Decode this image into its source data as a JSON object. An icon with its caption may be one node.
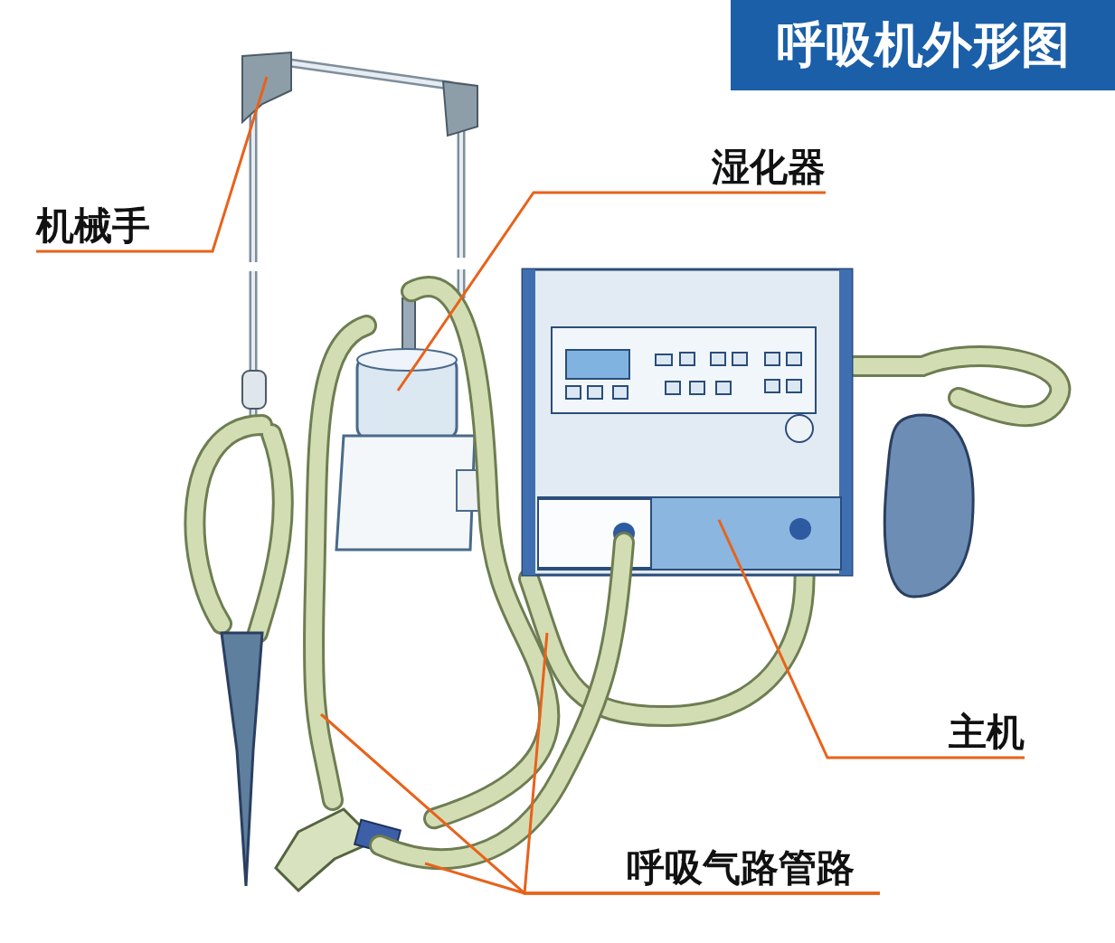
{
  "diagram": {
    "title": "呼吸机外形图",
    "nodes": [
      {
        "text": [
          "机械手"
        ]
      },
      {
        "text": [
          "湿化器"
        ]
      },
      {
        "text": [
          "主机"
        ]
      },
      {
        "text": [
          "呼吸气路管路"
        ]
      },
      {
        "text": [],
        "shape": "picture"
      },
      {
        "text": [],
        "shape": "picture"
      },
      {
        "text": [],
        "shape": "picture"
      },
      {
        "text": [],
        "shape": "picture"
      },
      {
        "text": [],
        "shape": "picture"
      },
      {
        "text": [],
        "shape": "picture"
      }
    ],
    "edges": [
      {
        "from": 0,
        "to": 4,
        "arrow": "none"
      },
      {
        "from": 1,
        "to": 5,
        "arrow": "none"
      },
      {
        "from": 2,
        "to": 6,
        "arrow": "none"
      },
      {
        "from": 3,
        "to": 7,
        "arrow": "none"
      },
      {
        "from": 3,
        "to": 8,
        "arrow": "none"
      },
      {
        "from": 3,
        "to": 9,
        "arrow": "none"
      }
    ]
  }
}
